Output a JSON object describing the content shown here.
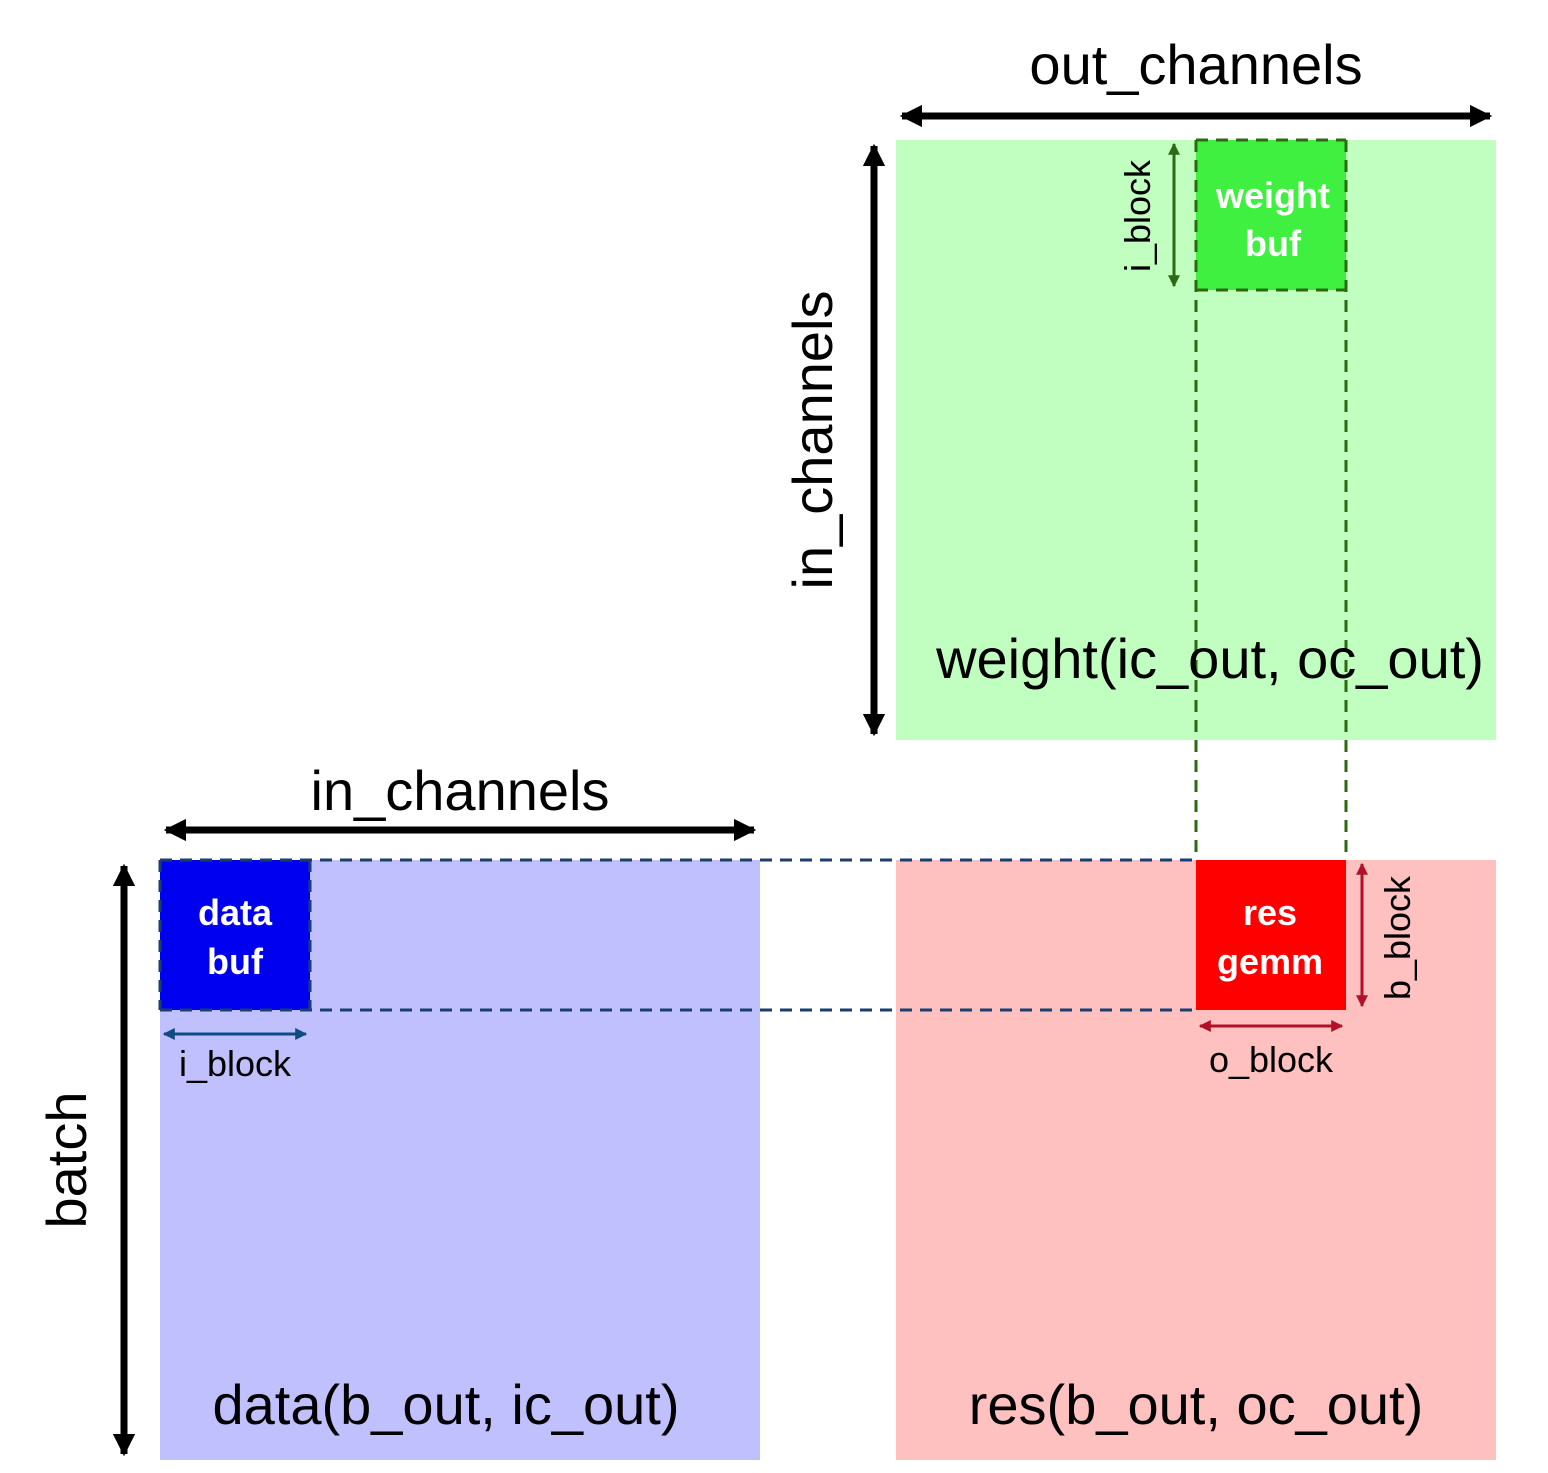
{
  "colors": {
    "weight_matrix": "#c0ffc0",
    "data_matrix": "#c0c0ff",
    "res_matrix": "#ffc0c0",
    "weight_buf": "#40f040",
    "data_buf": "#0000f0",
    "res_gemm": "#ff0000",
    "green_dash": "#2a6a10",
    "blue_dash": "#1a3f6f",
    "weight_block_arrow": "#2a6a10",
    "data_block_arrow": "#0f4a80",
    "res_block_arrow": "#b0102a",
    "dimension_arrow": "#000000"
  },
  "labels": {
    "out_channels": "out_channels",
    "in_channels_vertical": "in_channels",
    "in_channels_horizontal": "in_channels",
    "batch": "batch",
    "weight_matrix": "weight(ic_out, oc_out)",
    "data_matrix": "data(b_out, ic_out)",
    "res_matrix": "res(b_out, oc_out)",
    "weight_buf_line1": "weight",
    "weight_buf_line2": "buf",
    "data_buf_line1": "data",
    "data_buf_line2": "buf",
    "res_gemm_line1": "res",
    "res_gemm_line2": "gemm",
    "weight_i_block": "i_block",
    "data_i_block": "i_block",
    "res_b_block": "b_block",
    "res_o_block": "o_block"
  }
}
